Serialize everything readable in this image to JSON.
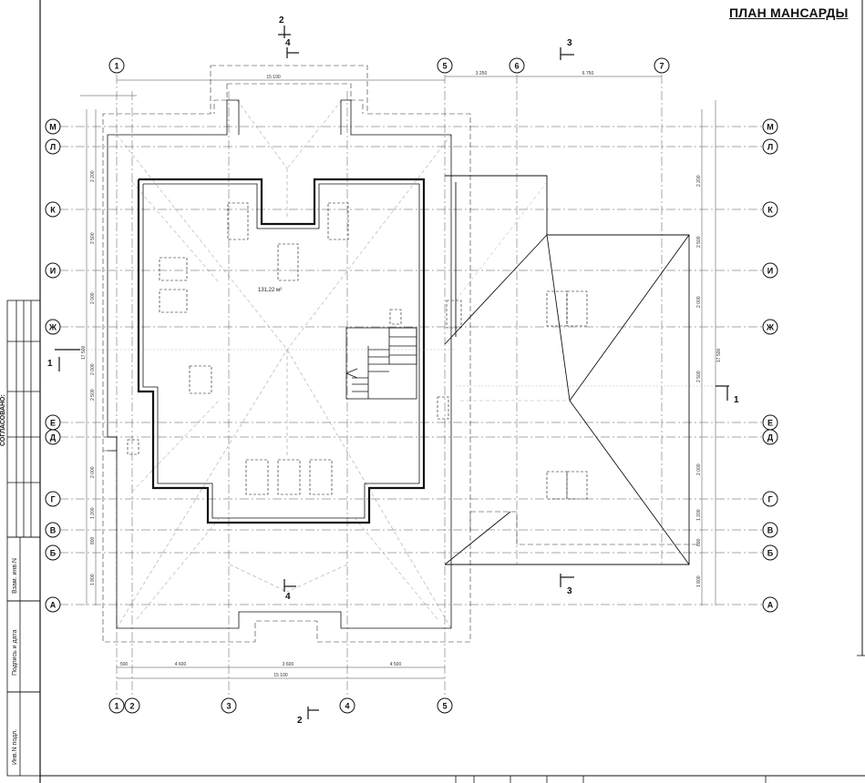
{
  "title": "ПЛАН МАНСАРДЫ",
  "stamp": {
    "agreed": "СОГЛАСОВАНО:",
    "replace_inv": "Взам. инв.N",
    "sign_date": "Подпись и дата",
    "inv_orig": "Инв.N подл."
  },
  "axes_top": [
    "1",
    "5",
    "6",
    "7"
  ],
  "axes_bottom": [
    "1",
    "2",
    "3",
    "4",
    "5"
  ],
  "axes_left": [
    "М",
    "Л",
    "К",
    "И",
    "Ж",
    "Е",
    "Д",
    "Г",
    "В",
    "Б",
    "А"
  ],
  "axes_right": [
    "М",
    "Л",
    "К",
    "И",
    "Ж",
    "Е",
    "Д",
    "Г",
    "В",
    "Б",
    "А"
  ],
  "section_marks": {
    "s2_top": "2",
    "s4_top": "4",
    "s3_top": "3",
    "s1_left": "1",
    "s1_right": "1",
    "s3_bottom": "3",
    "s4_bottom": "4",
    "s2_bottom": "2"
  },
  "room_area": "131,22 м²",
  "dims_top": [
    "15 100",
    "3 250",
    "6 750"
  ],
  "dims_bottom": [
    "500",
    "4 600",
    "3 600",
    "4 500"
  ],
  "dim_bottom_total": "15 100",
  "dims_left": [
    "17 500",
    "2 200",
    "2 500",
    "2 000",
    "2 000",
    "2 500",
    "2 000",
    "1 200",
    "800",
    "1 800"
  ],
  "dims_right": [
    "17 500",
    "2 200",
    "2 500",
    "2 000",
    "2 500",
    "2 000",
    "1 200",
    "800",
    "1 800"
  ]
}
